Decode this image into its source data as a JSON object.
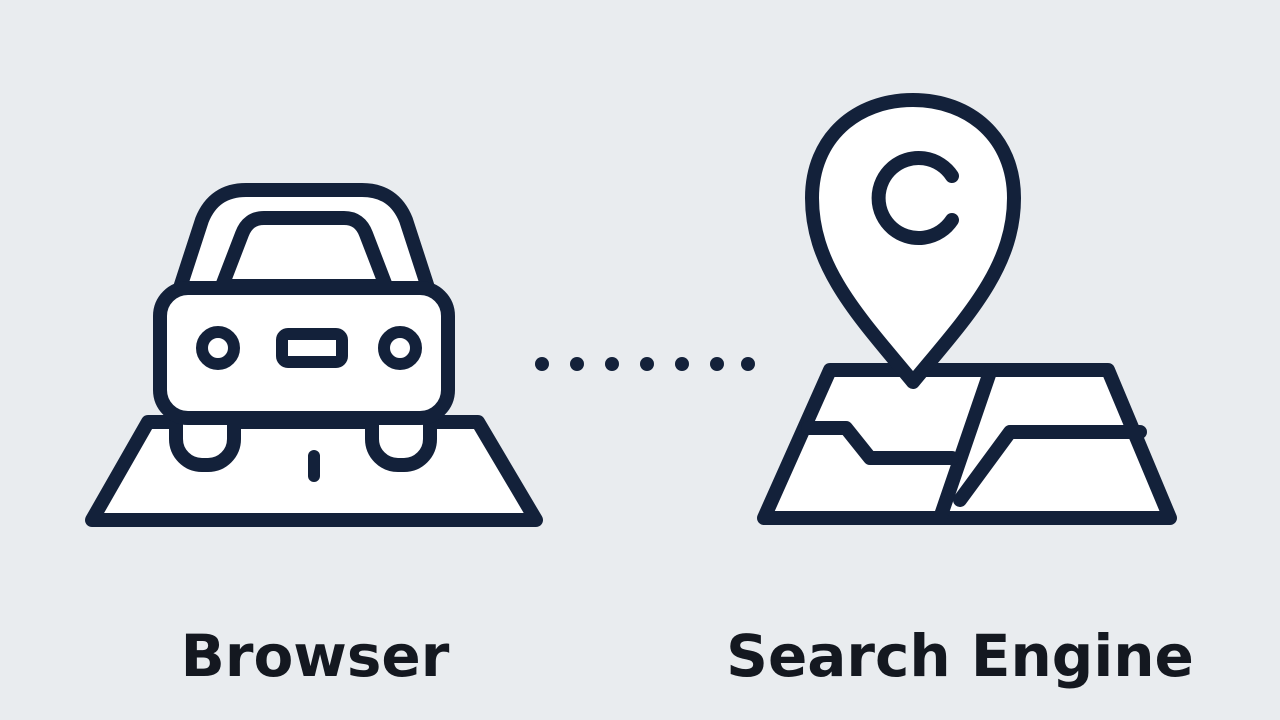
{
  "diagram": {
    "left_node": {
      "label": "Browser",
      "icon": "car-on-road-icon"
    },
    "right_node": {
      "label": "Search Engine",
      "icon": "map-pin-on-map-icon",
      "pin_letter": "C"
    },
    "connector": {
      "style": "dotted",
      "dot_count": 7
    },
    "colors": {
      "background": "#e9ecef",
      "stroke": "#13213a",
      "fill": "#ffffff",
      "text": "#141820"
    }
  }
}
